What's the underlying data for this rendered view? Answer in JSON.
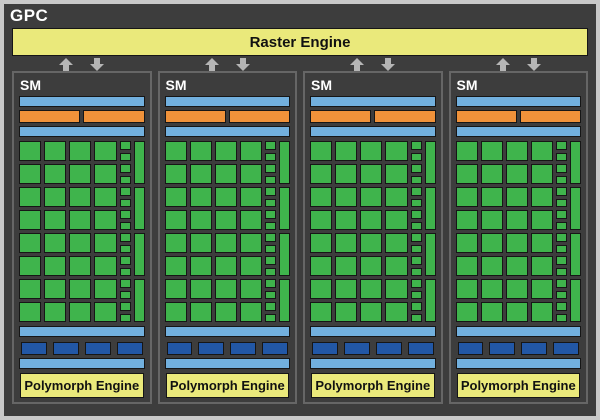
{
  "gpc": {
    "label": "GPC"
  },
  "raster_engine": {
    "label": "Raster Engine"
  },
  "sm": {
    "count": 4,
    "label": "SM",
    "polymorph_engine_label": "Polymorph Engine",
    "scheduler_segments": 2,
    "core_grid": {
      "rows": 8,
      "cols": 4
    },
    "ldst_units": 16,
    "sfu_units": 4,
    "texture_units": 4,
    "arrow_icons": [
      "up-arrow",
      "down-arrow"
    ]
  },
  "colors": {
    "background": "#3d3d3d",
    "frame": "#c9c9c9",
    "bar_blue": "#72b0de",
    "scheduler_orange": "#f0923a",
    "core_green": "#3fb44c",
    "texture_blue": "#2257a5",
    "engine_yellow": "#eae97b",
    "arrow_gray": "#b5b5b5",
    "sm_border": "#666666",
    "block_border": "#161616",
    "label_white": "#ffffff",
    "label_black": "#111111"
  }
}
